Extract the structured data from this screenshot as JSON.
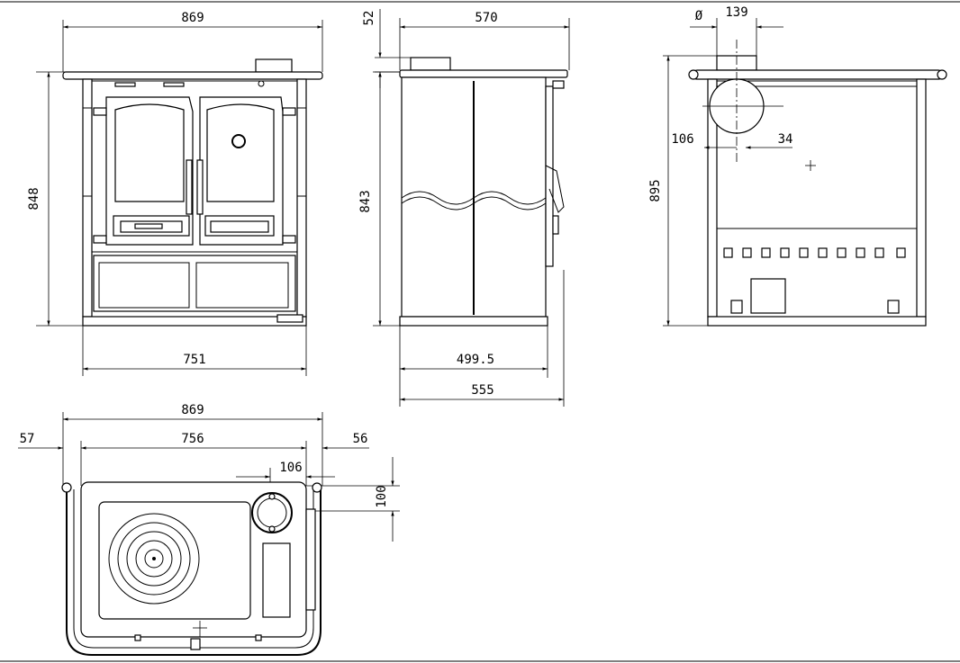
{
  "dimensions": {
    "front_width": "869",
    "front_height": "848",
    "front_base_width": "751",
    "side_top_offset": "52",
    "side_top_depth": "570",
    "side_height": "843",
    "side_depth_inner": "499.5",
    "side_depth_outer": "555",
    "back_diameter_symbol": "Ø",
    "back_diameter": "139",
    "back_offset_left": "106",
    "back_offset_right": "34",
    "back_height": "895",
    "top_width": "869",
    "top_inner_width": "756",
    "top_left_margin": "57",
    "top_right_margin": "56",
    "top_flue_offset": "106",
    "top_flue_depth": "100"
  },
  "colors": {
    "line": "#000000",
    "background": "#ffffff"
  }
}
